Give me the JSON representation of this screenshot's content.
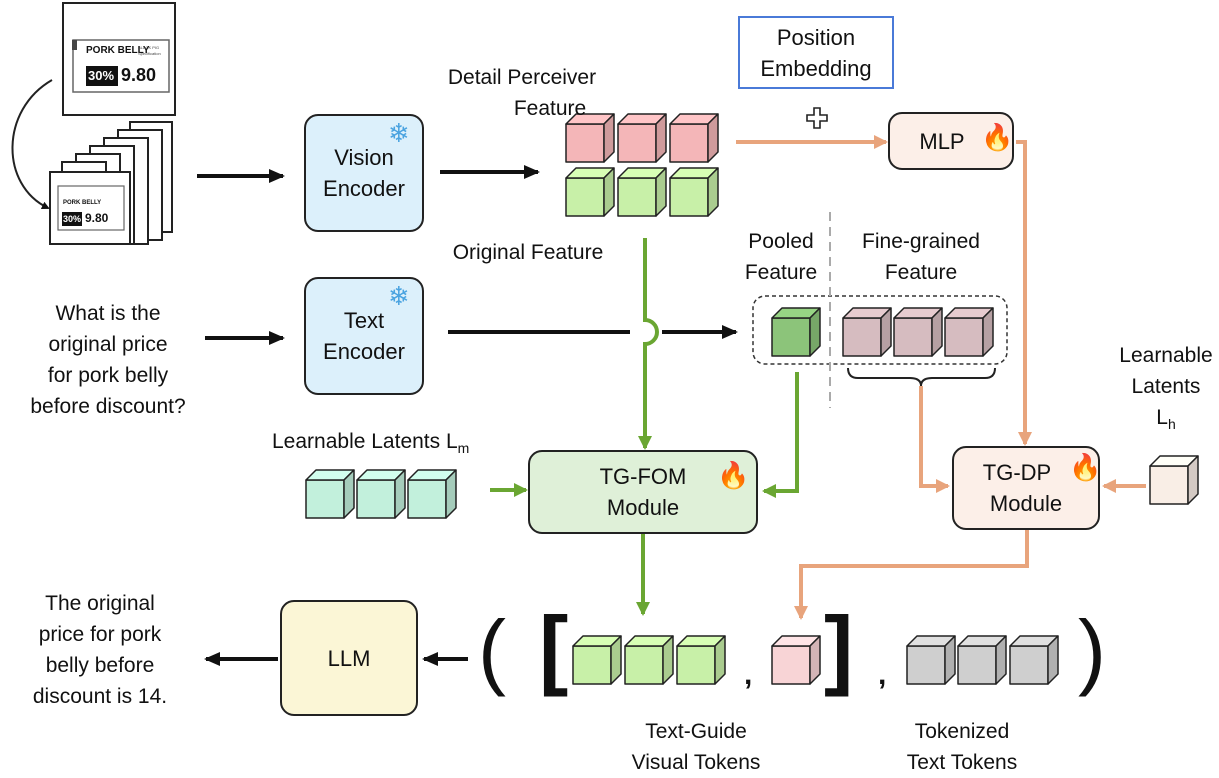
{
  "thumbnail": {
    "product": "PORK BELLY",
    "discount": "30%",
    "price": "9.80",
    "fine_print": "BLACK PIG",
    "fine_print_2": "Specification"
  },
  "question": [
    "What is the",
    "original price",
    "for pork",
    "belly",
    "before discount?"
  ],
  "question_lines": [
    "What is the",
    "original price",
    "for pork belly",
    "before discount?"
  ],
  "answer_lines": [
    "The original",
    "price for pork",
    "belly before",
    "discount is 14."
  ],
  "blocks": {
    "vision_encoder": [
      "Vision",
      "Encoder"
    ],
    "text_encoder": [
      "Text",
      "Encoder"
    ],
    "mlp": "MLP",
    "tg_fom": [
      "TG-FOM",
      "Module"
    ],
    "tg_dp": [
      "TG-DP",
      "Module"
    ],
    "llm": "LLM",
    "position_embedding": [
      "Position",
      "Embedding"
    ]
  },
  "labels": {
    "detail_perceiver": [
      "Detail Perceiver",
      "Feature"
    ],
    "original_feature": "Original Feature",
    "pooled_feature": [
      "Pooled",
      "Feature"
    ],
    "fine_grained_feature": [
      "Fine-grained",
      "Feature"
    ],
    "learnable_latents_m": "Learnable Latents L",
    "learnable_latents_m_sub": "m",
    "learnable_latents_h": [
      "Learnable",
      "Latents"
    ],
    "learnable_latents_h_symbol": "L",
    "learnable_latents_h_sub": "h",
    "text_guide_tokens": [
      "Text-Guide",
      "Visual Tokens"
    ],
    "tokenized_text_tokens": [
      "Tokenized",
      "Text Tokens"
    ]
  },
  "icons": {
    "frozen": "snowflake-icon",
    "trainable": "fire-icon",
    "plus": "plus-icon"
  },
  "colors": {
    "pink_cube": "#f4b6b8",
    "green_cube": "#c8f0a8",
    "dark_green_cube": "#8cc47a",
    "mauve_cube": "#d6bcc0",
    "teal_cube": "#c2f0dc",
    "gray_cube": "#cfcfcf",
    "light_pink_cube": "#f8d4d6",
    "cream_cube": "#f9eee6",
    "green_arrow": "#6aa632",
    "orange_arrow": "#e8a47c",
    "encoder_fill": "#dcf0fb",
    "tg_fom_fill": "#dff0d8",
    "orange_block_fill": "#fcefe8",
    "llm_fill": "#fbf6d6",
    "position_border": "#4a7ad8"
  }
}
